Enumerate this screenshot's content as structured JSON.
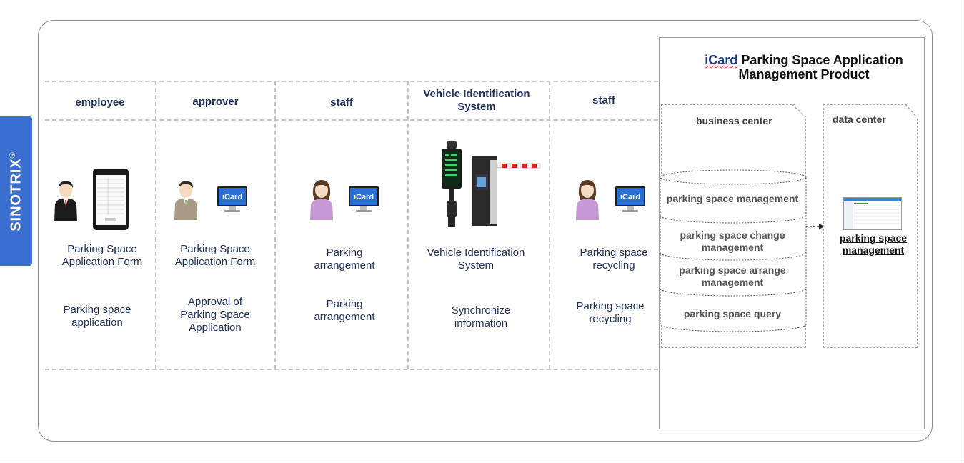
{
  "brand": {
    "name": "SINOTRIX",
    "mark": "®"
  },
  "lanes": [
    {
      "header": "employee",
      "caption": "Parking Space Application Form",
      "action": "Parking space application",
      "actor": "employee-person",
      "device": "phone-form"
    },
    {
      "header": "approver",
      "caption": "Parking Space Application Form",
      "action": "Approval of Parking Space Application",
      "actor": "approver-person",
      "device": "icard-monitor"
    },
    {
      "header": "staff",
      "caption": "Parking arrangement",
      "action": "Parking arrangement",
      "actor": "staff-person",
      "device": "icard-monitor"
    },
    {
      "header": "Vehicle Identification System",
      "caption": "Vehicle Identification System",
      "action": "Synchronize information",
      "actor": null,
      "device": "barrier-gate"
    },
    {
      "header": "staff",
      "caption": "Parking space recycling",
      "action": "Parking space recycling",
      "actor": "staff-person",
      "device": "icard-monitor"
    }
  ],
  "monitor_label": "iCard",
  "product": {
    "title_brand": "iCard",
    "title_rest": "Parking Space Application",
    "title_line2": "Management Product",
    "business_center": {
      "label": "business center",
      "modules": [
        "parking space management",
        "parking space change management",
        "parking space arrange management",
        "parking space query"
      ]
    },
    "data_center": {
      "label": "data center",
      "item": "parking space management"
    }
  },
  "colors": {
    "brand_blue": "#3a6fd0",
    "text_navy": "#1e2f5a",
    "dashed_grey": "#c4c4c4"
  }
}
